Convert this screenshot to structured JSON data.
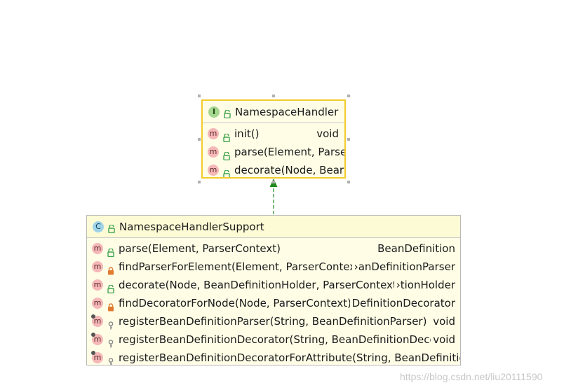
{
  "interface": {
    "kind_badge": "I",
    "name": "NamespaceHandler",
    "members": [
      {
        "name": "init()",
        "type": "void",
        "visibility": "public"
      },
      {
        "name": "parse(Element, Parser",
        "type": "",
        "visibility": "public"
      },
      {
        "name": "decorate(Node, Bear",
        "type": "",
        "visibility": "public"
      }
    ]
  },
  "class": {
    "kind_badge": "C",
    "name": "NamespaceHandlerSupport",
    "members": [
      {
        "name": "parse(Element, ParserContext)",
        "type": "BeanDefinition",
        "visibility": "public",
        "static": false
      },
      {
        "name": "findParserForElement(Element, ParserContext)",
        "type": "›anDefinitionParser",
        "visibility": "private",
        "static": false
      },
      {
        "name": "decorate(Node, BeanDefinitionHolder, ParserContext)",
        "type": "›tionHolder",
        "visibility": "public",
        "static": false
      },
      {
        "name": "findDecoratorForNode(Node, ParserContext)",
        "type": "DefinitionDecorator",
        "visibility": "private",
        "static": false
      },
      {
        "name": "registerBeanDefinitionParser(String, BeanDefinitionParser)",
        "type": "void",
        "visibility": "protected",
        "static": true
      },
      {
        "name": "registerBeanDefinitionDecorator(String, BeanDefinitionDecorator)",
        "type": "void",
        "visibility": "protected",
        "static": true
      },
      {
        "name": "registerBeanDefinitionDecoratorForAttribute(String, BeanDefinitio",
        "type": "",
        "visibility": "protected",
        "static": true
      }
    ]
  },
  "member_badge": "m",
  "relationship": "implements",
  "colors": {
    "arrow": "#1f8a1f",
    "selection_border": "#f2cb2c",
    "box_fill": "#fffde6",
    "public_lock": "#3fa34d",
    "private_lock": "#e07b2f",
    "protected_key": "#888888"
  },
  "icons": {
    "interface": "interface-icon",
    "class": "class-icon",
    "method": "method-icon",
    "public": "unlocked-icon",
    "private": "locked-icon",
    "protected": "key-icon"
  },
  "watermark": "https://blog.csdn.net/liu20111590"
}
